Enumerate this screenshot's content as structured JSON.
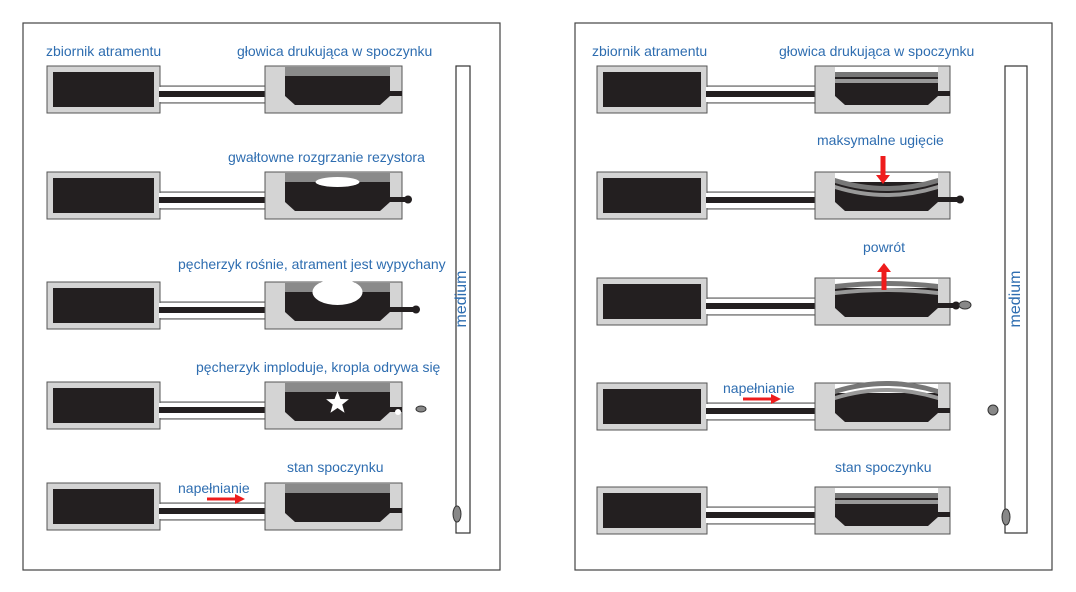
{
  "left_panel": {
    "reservoir_label": "zbiornik atramentu",
    "medium_label": "medium",
    "steps": [
      {
        "label": "głowica drukująca w spoczynku"
      },
      {
        "label": "gwałtowne rozgrzanie rezystora"
      },
      {
        "label": "pęcherzyk rośnie, atrament jest wypychany"
      },
      {
        "label": "pęcherzyk imploduje, kropla odrywa się"
      },
      {
        "label": "stan spoczynku",
        "arrow_label": "napełnianie"
      }
    ]
  },
  "right_panel": {
    "reservoir_label": "zbiornik atramentu",
    "medium_label": "medium",
    "steps": [
      {
        "label": "głowica drukująca w spoczynku"
      },
      {
        "label": "maksymalne ugięcie"
      },
      {
        "label": "powrót"
      },
      {
        "label": "",
        "arrow_label": "napełnianie"
      },
      {
        "label": "stan spoczynku"
      }
    ]
  },
  "colors": {
    "label": "#2e6db0",
    "arrow": "#ee1c1c",
    "ink": "#231f20",
    "wall": "#d4d4d4",
    "plate": "#8a8a8a"
  }
}
